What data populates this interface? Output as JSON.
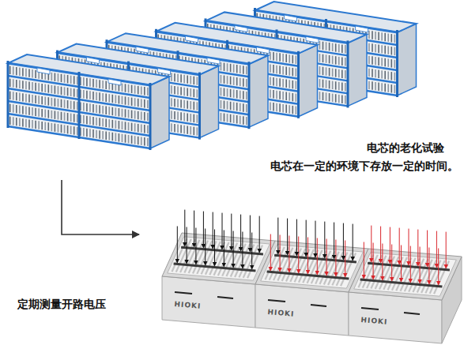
{
  "diagram": {
    "labels": [
      "电芯的老化试验",
      "电芯在一定的环境下存放一定的时间。",
      "定期测量开路电压",
      "HIOKI",
      "HIOKI",
      "HIOKI"
    ]
  }
}
